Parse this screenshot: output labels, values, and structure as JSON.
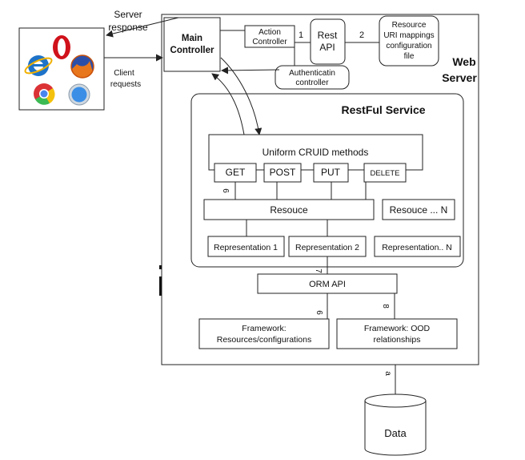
{
  "labels": {
    "server_response_1": "Server",
    "server_response_2": "response",
    "client_requests_1": "Client",
    "client_requests_2": "requests",
    "main_controller_1": "Main",
    "main_controller_2": "Controller",
    "action_controller_1": "Action",
    "action_controller_2": "Controller",
    "rest_api_1": "Rest",
    "rest_api_2": "API",
    "resource_uri_1": "Resource",
    "resource_uri_2": "URI mappings",
    "resource_uri_3": "configuration",
    "resource_uri_4": "file",
    "web_server_1": "Web",
    "web_server_2": "Server",
    "auth_1": "Authenticatin",
    "auth_2": "controller",
    "restful_service": "RestFul Service",
    "uniform": "Uniform CRUID methods",
    "get": "GET",
    "post": "POST",
    "put": "PUT",
    "delete": "DELETE",
    "resouce": "Resouce",
    "resouce_n": "Resouce ... N",
    "rep1": "Representation 1",
    "rep2": "Representation 2",
    "repn": "Representation.. N",
    "orm_api": "ORM API",
    "fw_res_1": "Framework:",
    "fw_res_2": "Resources/configurations",
    "fw_ood_1": "Framework: OOD",
    "fw_ood_2": "relationships",
    "data": "Data",
    "step_1": "1",
    "step_2": "2",
    "step_6a": "6",
    "step_7": "7",
    "step_6b": "6",
    "step_8": "8",
    "step_a": "a"
  },
  "icons": [
    "opera-browser-icon",
    "internet-explorer-icon",
    "firefox-icon",
    "chrome-icon",
    "safari-icon"
  ]
}
